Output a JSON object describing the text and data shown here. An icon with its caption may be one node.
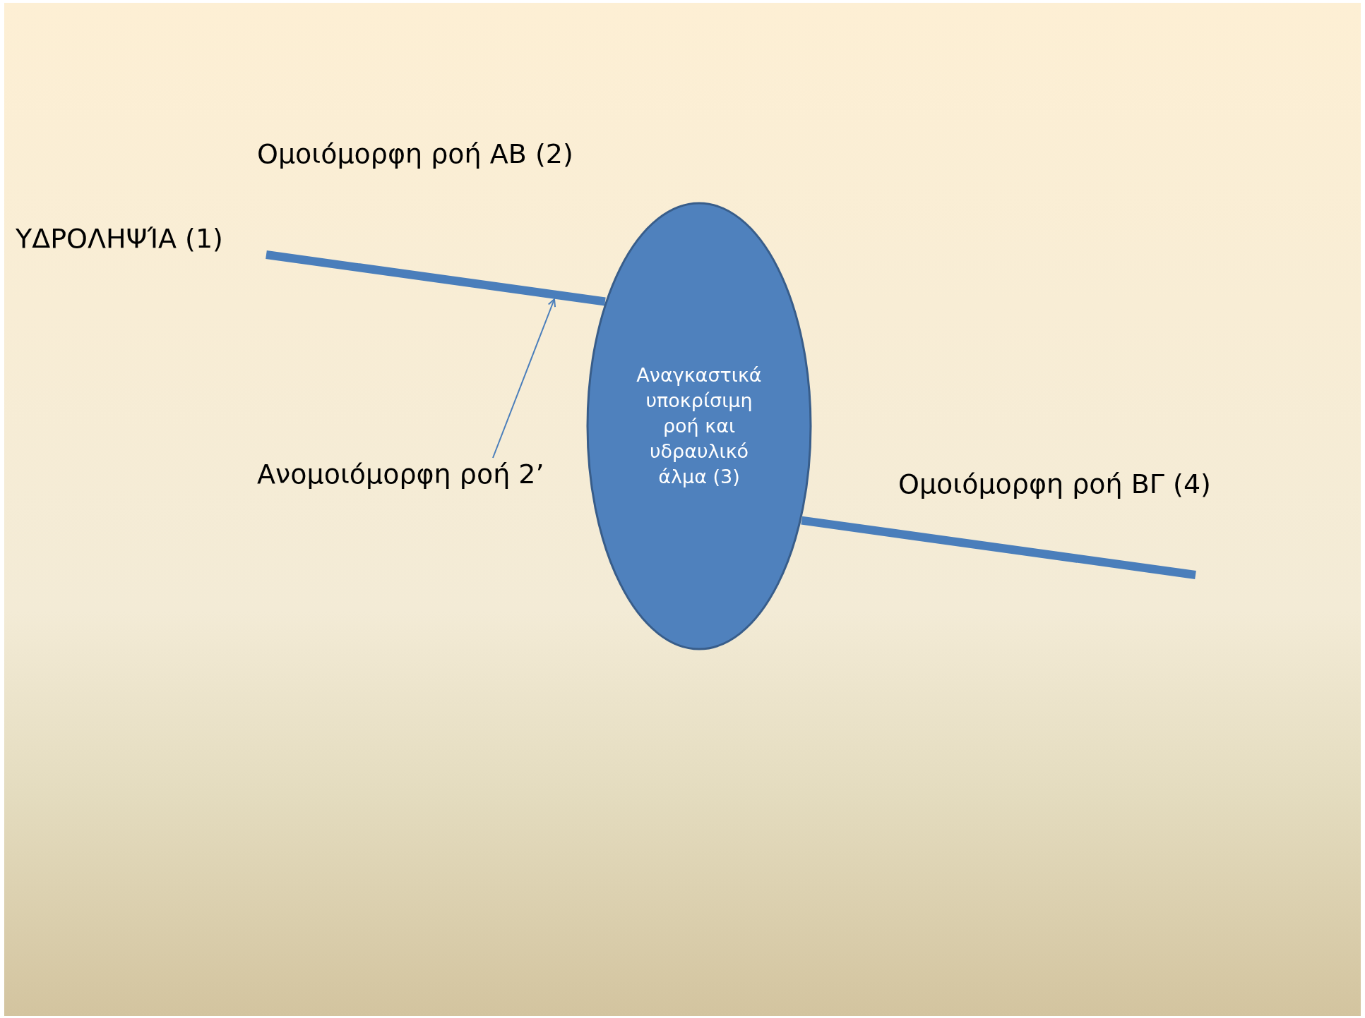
{
  "diagram": {
    "nodes": [
      {
        "text": [
          "ΥΔΡΟΛΗΨΊΑ (1)"
        ]
      },
      {
        "text": [
          "Ομοιόμορφη ροή ΑΒ (2)"
        ]
      },
      {
        "text": [
          "Αναγκαστικά υποκρίσιμη ροή και υδραυλικό άλμα (3)"
        ]
      },
      {
        "text": [
          "Ανομοιόμορφη ροή 2’"
        ]
      },
      {
        "text": [
          "Ομοιόμορφη ροή ΒΓ (4)"
        ]
      }
    ],
    "edges": [
      {
        "from": 0,
        "to": 2,
        "arrow": "none"
      },
      {
        "from": 2,
        "to": null,
        "arrow": "none"
      },
      {
        "from": 3,
        "to": null,
        "arrow": "to"
      }
    ]
  }
}
